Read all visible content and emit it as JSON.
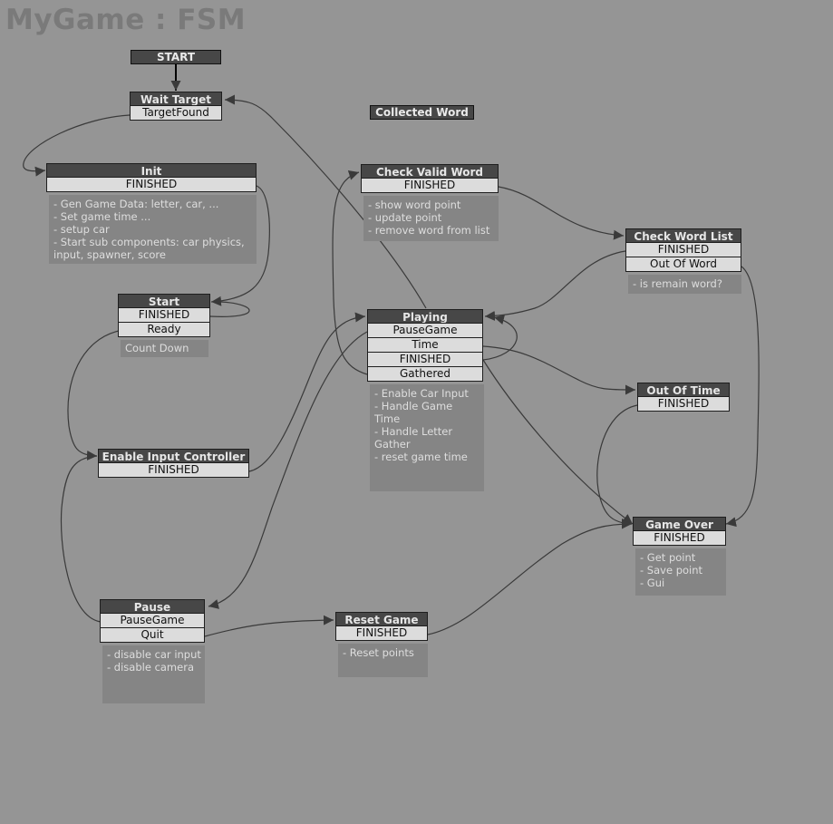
{
  "title": "MyGame : FSM",
  "start_label": "START",
  "global_label": "Collected Word",
  "states": {
    "wait_target": {
      "title": "Wait Target",
      "events": [
        "TargetFound"
      ],
      "desc": ""
    },
    "init": {
      "title": "Init",
      "events": [
        "FINISHED"
      ],
      "desc": "- Gen Game Data: letter, car, ...\n- Set game time ...\n- setup car\n- Start sub components: car physics, input, spawner, score"
    },
    "start": {
      "title": "Start",
      "events": [
        "FINISHED",
        "Ready"
      ],
      "desc": "Count Down"
    },
    "check_valid_word": {
      "title": "Check Valid Word",
      "events": [
        "FINISHED"
      ],
      "desc": "- show word point\n- update point\n- remove word from list"
    },
    "check_word_list": {
      "title": "Check Word List",
      "events": [
        "FINISHED",
        "Out Of Word"
      ],
      "desc": "- is remain word?"
    },
    "playing": {
      "title": "Playing",
      "events": [
        "PauseGame",
        "Time",
        "FINISHED",
        "Gathered"
      ],
      "desc": "- Enable Car Input\n- Handle Game Time\n- Handle Letter Gather\n- reset game time"
    },
    "out_of_time": {
      "title": "Out Of Time",
      "events": [
        "FINISHED"
      ],
      "desc": ""
    },
    "enable_input": {
      "title": "Enable Input Controller",
      "events": [
        "FINISHED"
      ],
      "desc": ""
    },
    "game_over": {
      "title": "Game Over",
      "events": [
        "FINISHED"
      ],
      "desc": "- Get point\n- Save point\n- Gui"
    },
    "pause": {
      "title": "Pause",
      "events": [
        "PauseGame",
        "Quit"
      ],
      "desc": "- disable car input\n- disable camera"
    },
    "reset_game": {
      "title": "Reset Game",
      "events": [
        "FINISHED"
      ],
      "desc": "- Reset points"
    }
  },
  "colors": {
    "background": "#959595",
    "header": "#474747",
    "event": "#dcdcdc",
    "description": "#858585",
    "edge": "#3a3a3a"
  }
}
